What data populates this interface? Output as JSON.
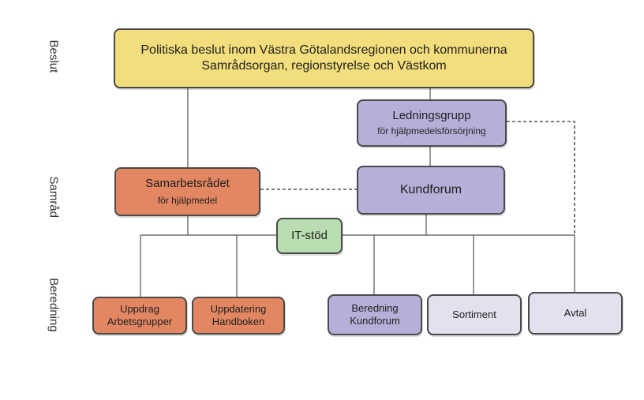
{
  "lanes": {
    "beslut": "Beslut",
    "samrad": "Samråd",
    "beredning": "Beredning"
  },
  "boxes": {
    "top_line1": "Politiska beslut inom Västra Götalandsregionen och kommunerna",
    "top_line2": "Samrådsorgan, regionstyrelse och Västkom",
    "ledning_title": "Ledningsgrupp",
    "ledning_sub": "för hjälpmedelsförsörjning",
    "samarbetsradet_title": "Samarbetsrådet",
    "samarbetsradet_sub": "för hjälpmedel",
    "kundforum": "Kundforum",
    "itstod": "IT-stöd",
    "uppdrag_line1": "Uppdrag",
    "uppdrag_line2": "Arbetsgrupper",
    "uppdatering_line1": "Uppdatering",
    "uppdatering_line2": "Handboken",
    "beredning_line1": "Beredning",
    "beredning_line2": "Kundforum",
    "sortiment": "Sortiment",
    "avtal": "Avtal"
  },
  "colors": {
    "yellow": "#f2de7c",
    "purple": "#b6b0d9",
    "lavender": "#e3e1ef",
    "orange": "#e28762",
    "green": "#b9dcb0",
    "line": "#555555"
  }
}
